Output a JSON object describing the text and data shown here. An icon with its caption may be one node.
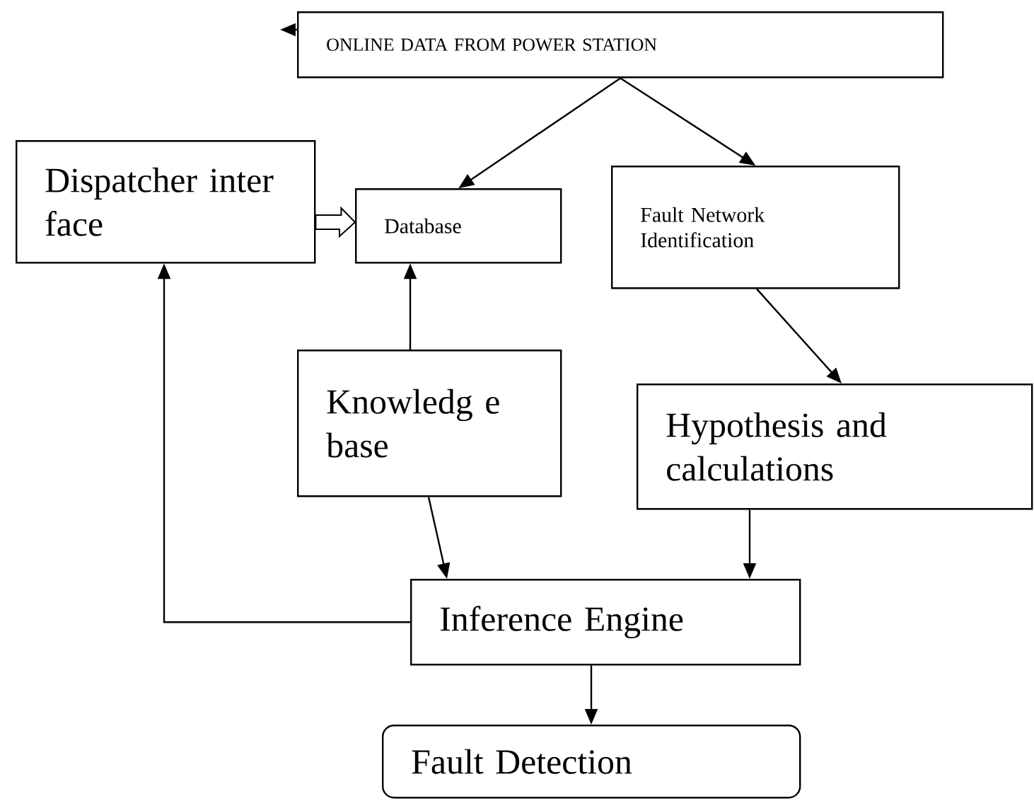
{
  "diagram": {
    "nodes": [
      {
        "text": [
          "ONLINE DATA FROM POWER STATION"
        ]
      },
      {
        "text": [
          "Dispatcher inter face"
        ]
      },
      {
        "text": [
          "Database"
        ]
      },
      {
        "text": [
          "Fault Network Identification"
        ]
      },
      {
        "text": [
          "Knowledg e base"
        ]
      },
      {
        "text": [
          "Hypothesis and calculations"
        ]
      },
      {
        "text": [
          "Inference Engine"
        ]
      },
      {
        "text": [
          "Fault Detection"
        ]
      }
    ],
    "edges": [
      {
        "from": 0,
        "to": null,
        "arrow": "to"
      },
      {
        "from": 0,
        "to": 2,
        "arrow": "to"
      },
      {
        "from": 0,
        "to": 3,
        "arrow": "to"
      },
      {
        "from": 1,
        "to": 2,
        "arrow": "to",
        "style": "thick"
      },
      {
        "from": 4,
        "to": 2,
        "arrow": "to"
      },
      {
        "from": 3,
        "to": 5,
        "arrow": "to"
      },
      {
        "from": 4,
        "to": 6,
        "arrow": "to"
      },
      {
        "from": 5,
        "to": 6,
        "arrow": "to"
      },
      {
        "from": 6,
        "to": 1,
        "arrow": "to"
      },
      {
        "from": 6,
        "to": 7,
        "arrow": "to"
      }
    ]
  }
}
